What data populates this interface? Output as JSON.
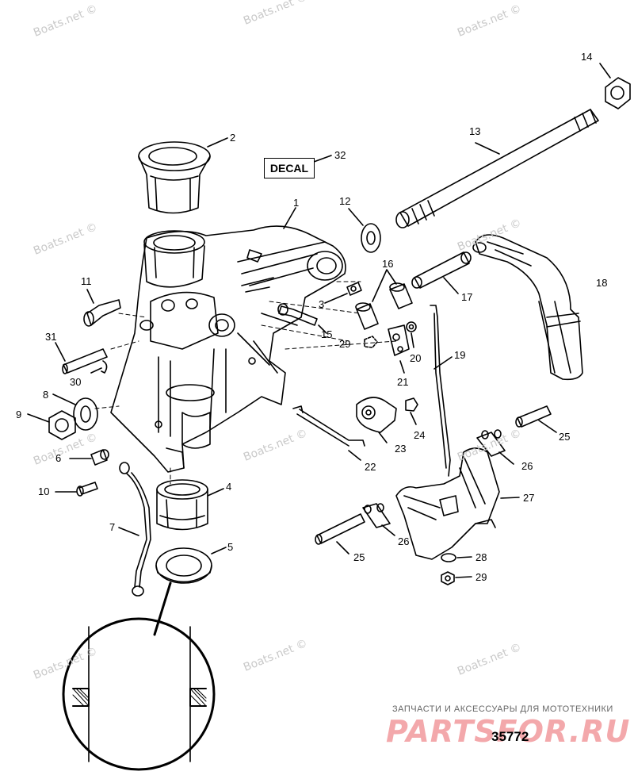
{
  "watermark": "Boats.net ©",
  "decal_label": "DECAL",
  "callouts": [
    "1",
    "2",
    "3",
    "4",
    "5",
    "6",
    "7",
    "8",
    "9",
    "10",
    "11",
    "12",
    "13",
    "14",
    "15",
    "16",
    "17",
    "18",
    "19",
    "20",
    "21",
    "22",
    "23",
    "24",
    "25",
    "25",
    "26",
    "26",
    "27",
    "28",
    "29",
    "29",
    "30",
    "31",
    "32"
  ],
  "footer": {
    "caption": "ЗАПЧАСТИ И АКСЕССУАРЫ ДЛЯ МОТОТЕХНИКИ",
    "logo": "PARTSFOR.RU",
    "figure_number": "35772"
  }
}
